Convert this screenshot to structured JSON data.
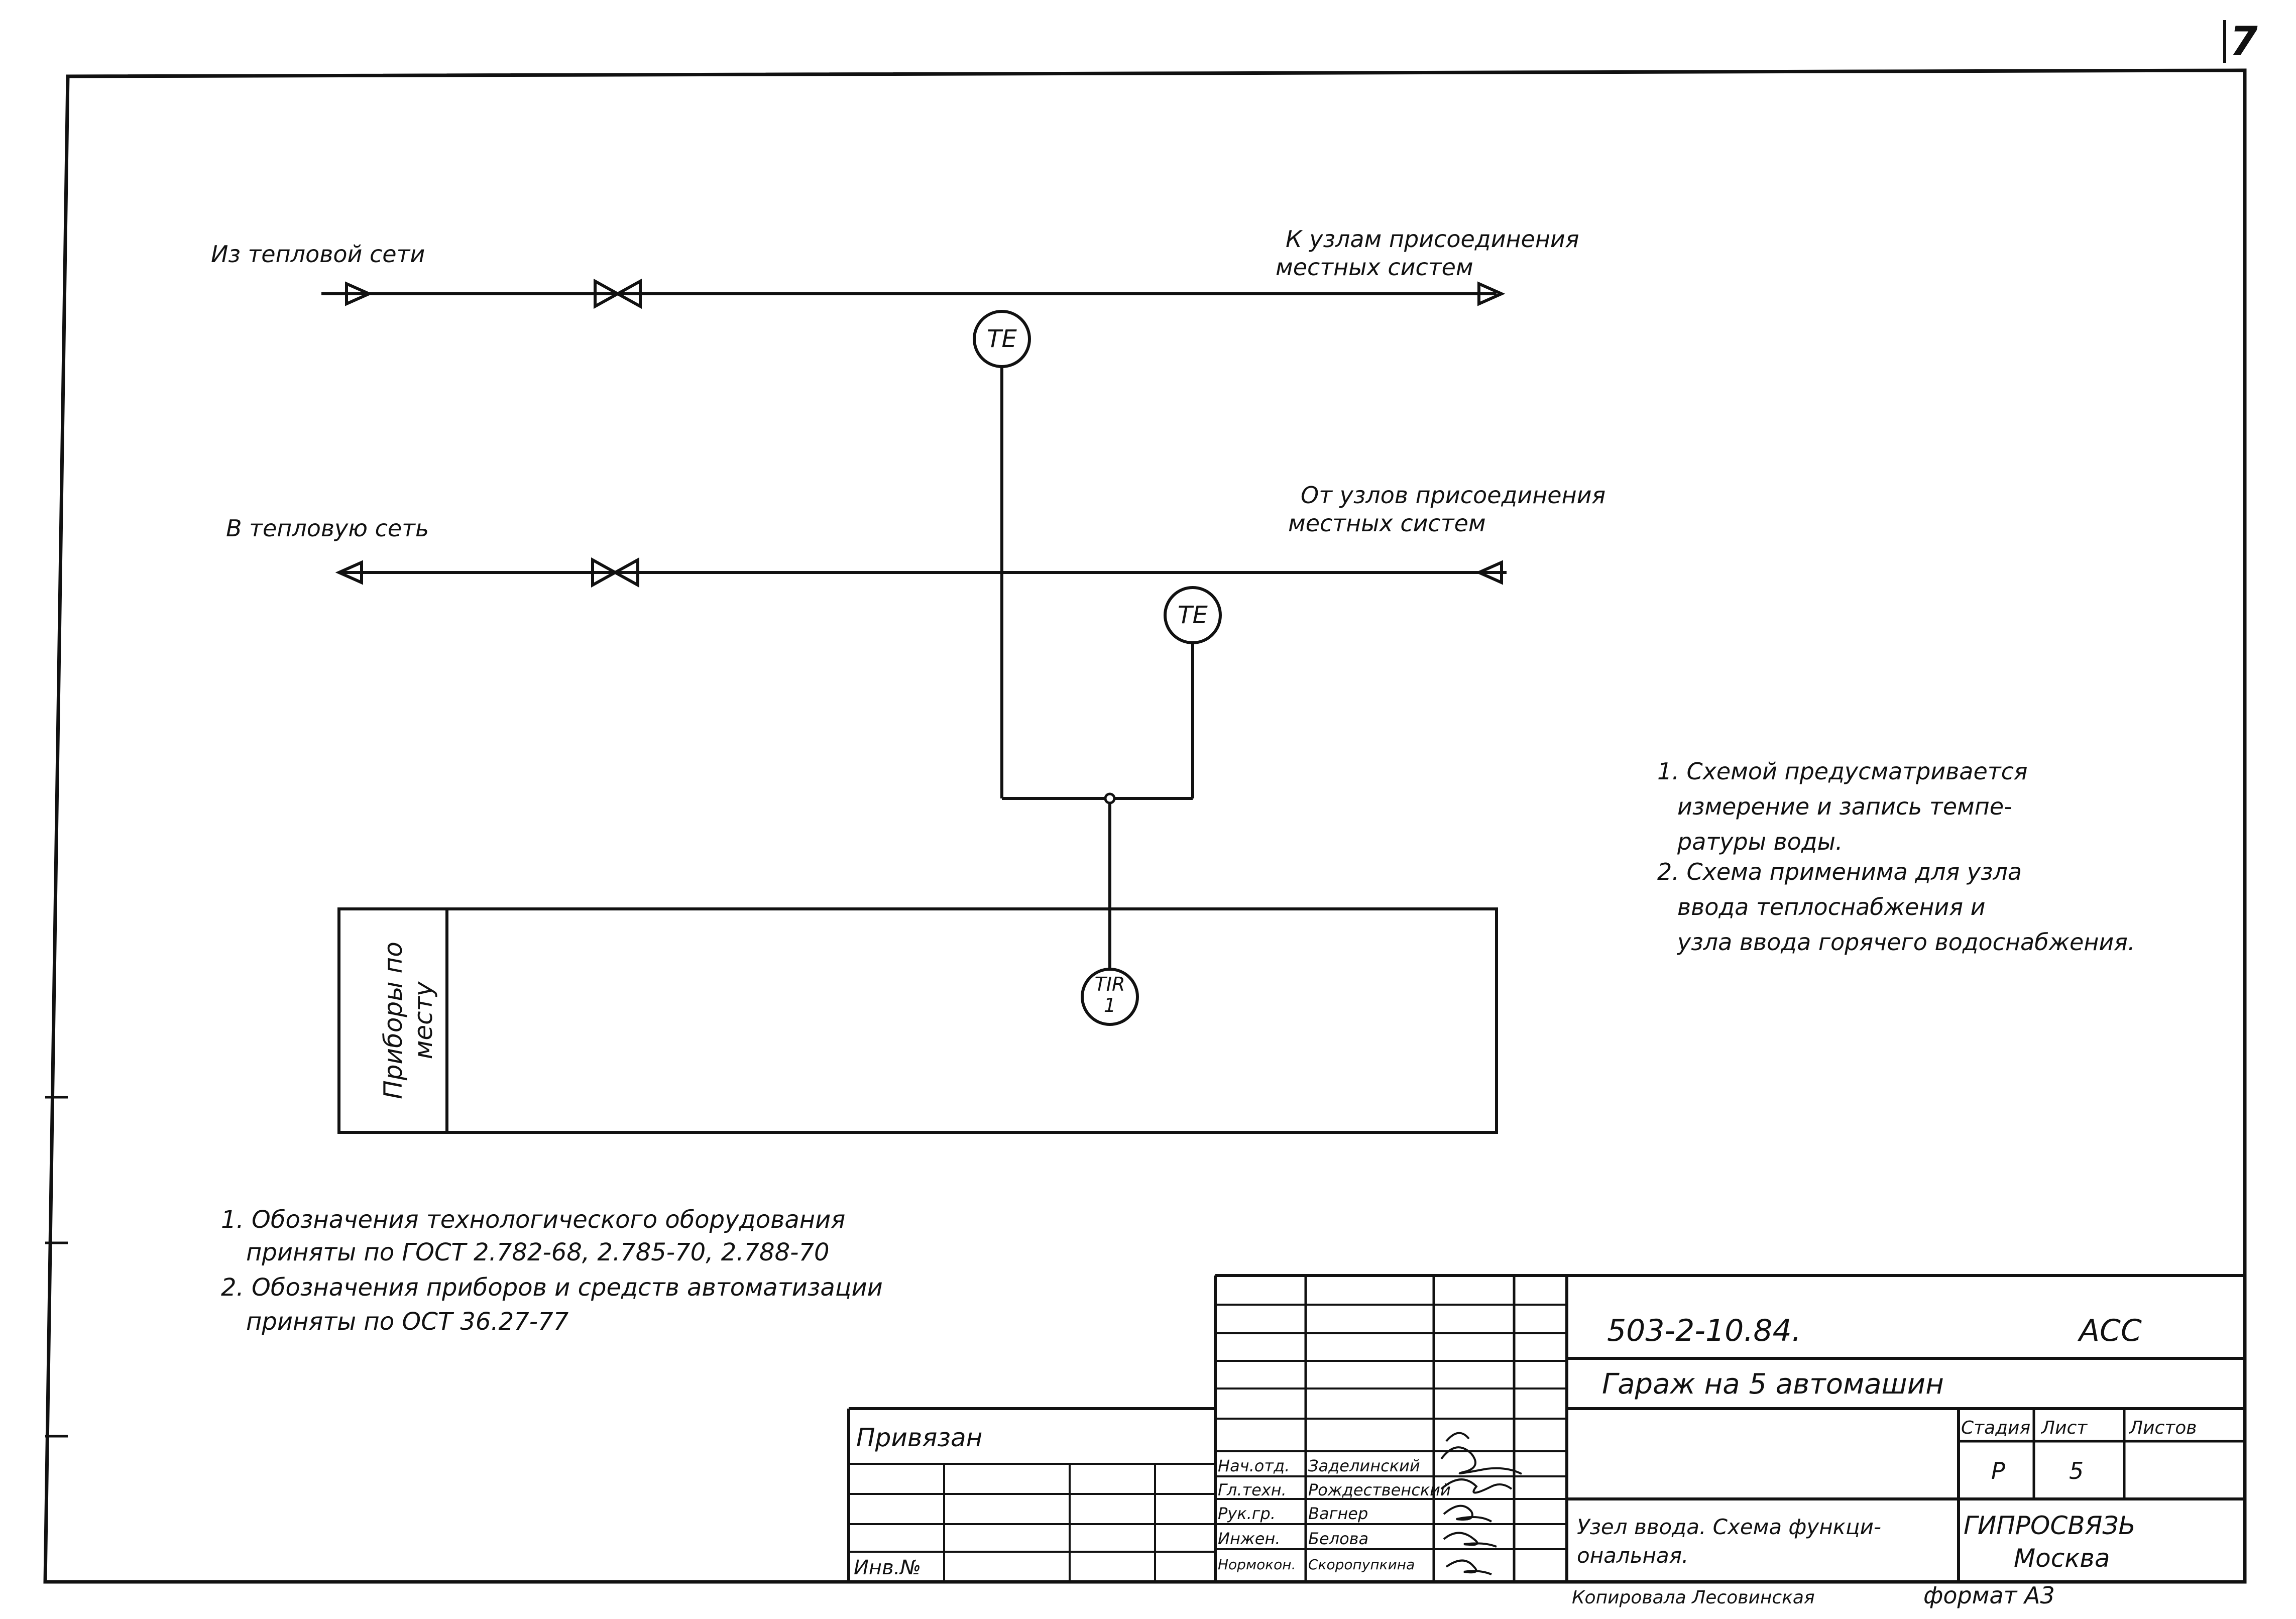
{
  "sheet_number": "7",
  "flows": {
    "supply_from": "Из тепловой сети",
    "supply_to_line1": "К узлам присоединения",
    "supply_to_line2": "местных систем",
    "return_to": "В тепловую сеть",
    "return_from_line1": "От узлов присоединения",
    "return_from_line2": "местных систем"
  },
  "instruments": {
    "sensor_supply": "TE",
    "sensor_return": "TE",
    "recorder_line1": "TIR",
    "recorder_line2": "1"
  },
  "panel": {
    "label_line1": "Приборы по",
    "label_line2": "месту"
  },
  "notes_right": [
    "1. Схемой предусматривается",
    "измерение и запись темпе-",
    "ратуры воды.",
    "2. Схема применима для узла",
    "ввода теплоснабжения и",
    "узла ввода горячего водоснабжения."
  ],
  "notes_left": [
    "1. Обозначения технологического оборудования",
    "приняты по ГОСТ 2.782-68, 2.785-70, 2.788-70",
    "2. Обозначения приборов и средств автоматизации",
    "приняты по ОСТ 36.27-77"
  ],
  "title_block": {
    "designation": "503-2-10.84.",
    "mark": "АСС",
    "project": "Гараж на 5 автомашин",
    "stage_label": "Стадия",
    "sheet_label": "Лист",
    "sheets_label": "Листов",
    "stage": "Р",
    "sheet": "5",
    "title_line1": "Узел ввода. Схема функци-",
    "title_line2": "ональная.",
    "organization": "ГИПРОСВЯЗЬ",
    "city": "Москва",
    "privyazan": "Привязан",
    "inv_no": "Инв.№",
    "copied": "Копировала Лесовинская",
    "format": "формат А3",
    "signers": [
      {
        "role": "Нач.отд.",
        "name": "Заделинский"
      },
      {
        "role": "Гл.техн.",
        "name": "Рождественский"
      },
      {
        "role": "Рук.гр.",
        "name": "Вагнер"
      },
      {
        "role": "Инжен.",
        "name": "Белова"
      },
      {
        "role": "Нормокон.",
        "name": "Скоропупкина"
      }
    ]
  }
}
